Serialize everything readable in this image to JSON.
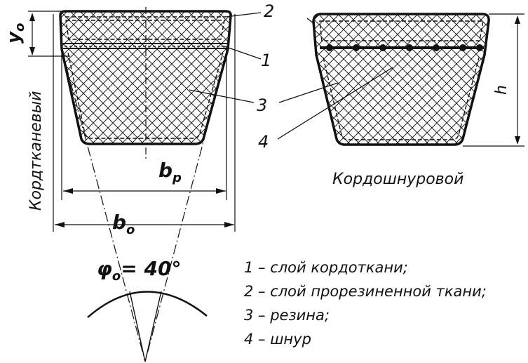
{
  "left_section": {
    "type_label": "Кордтканевый",
    "dim_y0": "y",
    "dim_y0_sub": "o",
    "dim_bp": "b",
    "dim_bp_sub": "p",
    "dim_b0": "b",
    "dim_b0_sub": "o",
    "angle_label": "φ",
    "angle_sub": "o",
    "angle_value": "= 40°"
  },
  "right_section": {
    "type_label": "Кордошнуровой",
    "dim_h": "h"
  },
  "callouts": {
    "c1": "1",
    "c2": "2",
    "c3": "3",
    "c4": "4"
  },
  "legend": [
    {
      "num": "1",
      "text": "1 –  слой кордоткани;"
    },
    {
      "num": "2",
      "text": "2 – слой прорезиненной ткани;"
    },
    {
      "num": "3",
      "text": "3 – резина;"
    },
    {
      "num": "4",
      "text": "4 – шнур"
    }
  ]
}
